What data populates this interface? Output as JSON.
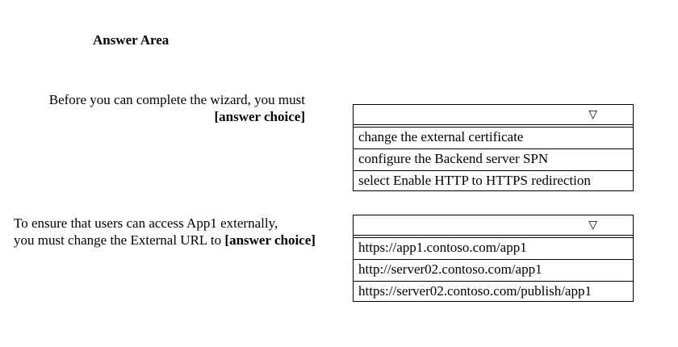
{
  "title": "Answer Area",
  "colors": {
    "border": "#000000",
    "text": "#000000",
    "background": "#ffffff"
  },
  "dropdown_arrow_icon": "▽",
  "questions": [
    {
      "prompt_line1": "Before you can complete the wizard, you must",
      "answer_choice_label": "[answer choice]",
      "dropdown": {
        "selected_value": "",
        "options": [
          "change the external certificate",
          "configure the Backend server SPN",
          "select Enable HTTP to HTTPS redirection"
        ]
      }
    },
    {
      "prompt_line1": "To ensure that users can access App1 externally,",
      "prompt_line2_prefix": "you must change the External URL to ",
      "answer_choice_label": "[answer choice]",
      "dropdown": {
        "selected_value": "",
        "options": [
          "https://app1.contoso.com/app1",
          "http://server02.contoso.com/app1",
          "https://server02.contoso.com/publish/app1"
        ]
      }
    }
  ]
}
